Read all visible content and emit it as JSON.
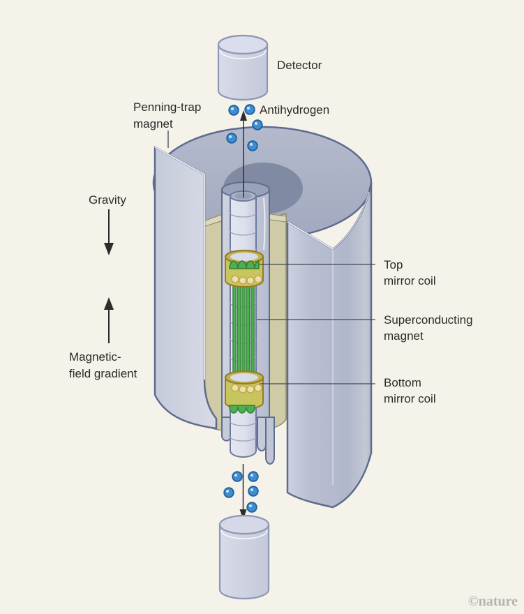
{
  "figure": {
    "type": "scientific-illustration",
    "subject": "Penning-trap antihydrogen gravity experiment cutaway"
  },
  "labels": {
    "detector": "Detector",
    "antihydrogen": "Antihydrogen",
    "penning_line1": "Penning-trap",
    "penning_line2": "magnet",
    "gravity": "Gravity",
    "gradient_line1": "Magnetic-",
    "gradient_line2": "field gradient",
    "top_coil_line1": "Top",
    "top_coil_line2": "mirror coil",
    "super_line1": "Superconducting",
    "super_line2": "magnet",
    "bottom_coil_line1": "Bottom",
    "bottom_coil_line2": "mirror coil",
    "credit": "©nature"
  },
  "colors": {
    "background": "#f4f2e9",
    "metal_wall": "#b6bccd",
    "metal_cut_face": "#cdd1df",
    "top_surface": "#a9afc4",
    "bore_dark": "#808aa3",
    "tan_layer": "#cfcba6",
    "tan_top": "#ddd8bb",
    "tube": "#dde0ec",
    "outline": "#5d6b8e",
    "coil_band": "#c8c55f",
    "coil_rim": "#9a7a22",
    "coil_pale": "#ecdfad",
    "wire_green": "#4fae52",
    "wire_green_dark": "#2e7d33",
    "atom_blue": "#3e8ed0",
    "atom_blue_dark": "#1f5f9e",
    "arrow": "#2c2c2c",
    "leader": "#3f4856",
    "text": "#2b2a28",
    "credit_gray": "#b5b3ae"
  }
}
